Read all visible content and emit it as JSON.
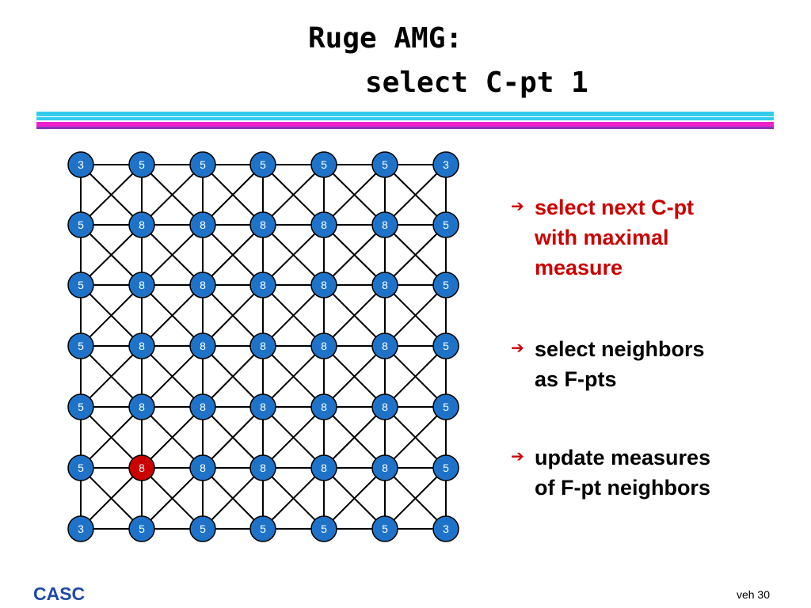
{
  "slide": {
    "title_line_1": "Ruge AMG:",
    "title_line_2": "select C-pt 1"
  },
  "rules": {
    "cyan_color": "#33ccee",
    "magenta_color": "#ee22cc",
    "purple_color": "#8833bb"
  },
  "graph": {
    "rows": [
      [
        "3",
        "5",
        "5",
        "5",
        "5",
        "5",
        "3"
      ],
      [
        "5",
        "8",
        "8",
        "8",
        "8",
        "8",
        "5"
      ],
      [
        "5",
        "8",
        "8",
        "8",
        "8",
        "8",
        "5"
      ],
      [
        "5",
        "8",
        "8",
        "8",
        "8",
        "8",
        "5"
      ],
      [
        "5",
        "8",
        "8",
        "8",
        "8",
        "8",
        "5"
      ],
      [
        "5",
        "8",
        "8",
        "8",
        "8",
        "8",
        "5"
      ],
      [
        "3",
        "5",
        "5",
        "5",
        "5",
        "5",
        "3"
      ]
    ],
    "selected_node": {
      "row": 5,
      "col": 1
    },
    "node_color": "#1e73c8",
    "selected_color": "#cc0000",
    "label_color": "#ffffff",
    "edge_color": "#000000"
  },
  "bullets": [
    {
      "lines": [
        "select next C-pt",
        "with maximal",
        "measure"
      ],
      "color": "#cc0000",
      "arrow_icon": "right-arrow-icon",
      "arrow_glyph": "➔"
    },
    {
      "lines": [
        "select neighbors",
        "as F-pts"
      ],
      "color": "#000000",
      "arrow_icon": "right-arrow-icon",
      "arrow_glyph": "➔"
    },
    {
      "lines": [
        "update measures",
        "of F-pt neighbors"
      ],
      "color": "#000000",
      "arrow_icon": "right-arrow-icon",
      "arrow_glyph": "➔"
    }
  ],
  "bullet_arrow_color": "#cc0000",
  "footer": {
    "left": "CASC",
    "left_color": "#1f4aa8",
    "right": "veh 30"
  }
}
